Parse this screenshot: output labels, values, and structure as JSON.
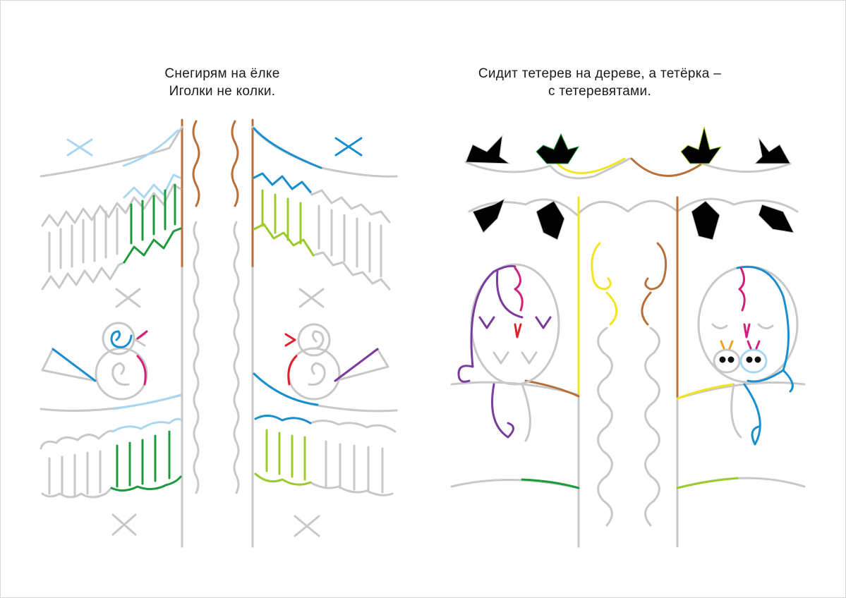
{
  "left_page": {
    "caption": [
      "Снегирям на ёлке",
      "Иголки не колки."
    ]
  },
  "right_page": {
    "caption": [
      "Сидит тетерев на дереве, а тетёрка –",
      "с тетеревятами."
    ]
  },
  "colors": {
    "trace_gray": "#c8c8c8",
    "light_blue": "#a9d6f0",
    "blue": "#1a8fd0",
    "green": "#1d9b3c",
    "light_green": "#9ccc2c",
    "brown": "#b8703a",
    "purple": "#7b3c9c",
    "magenta": "#d2207c",
    "red": "#e0202e",
    "yellow": "#f2e41e"
  }
}
